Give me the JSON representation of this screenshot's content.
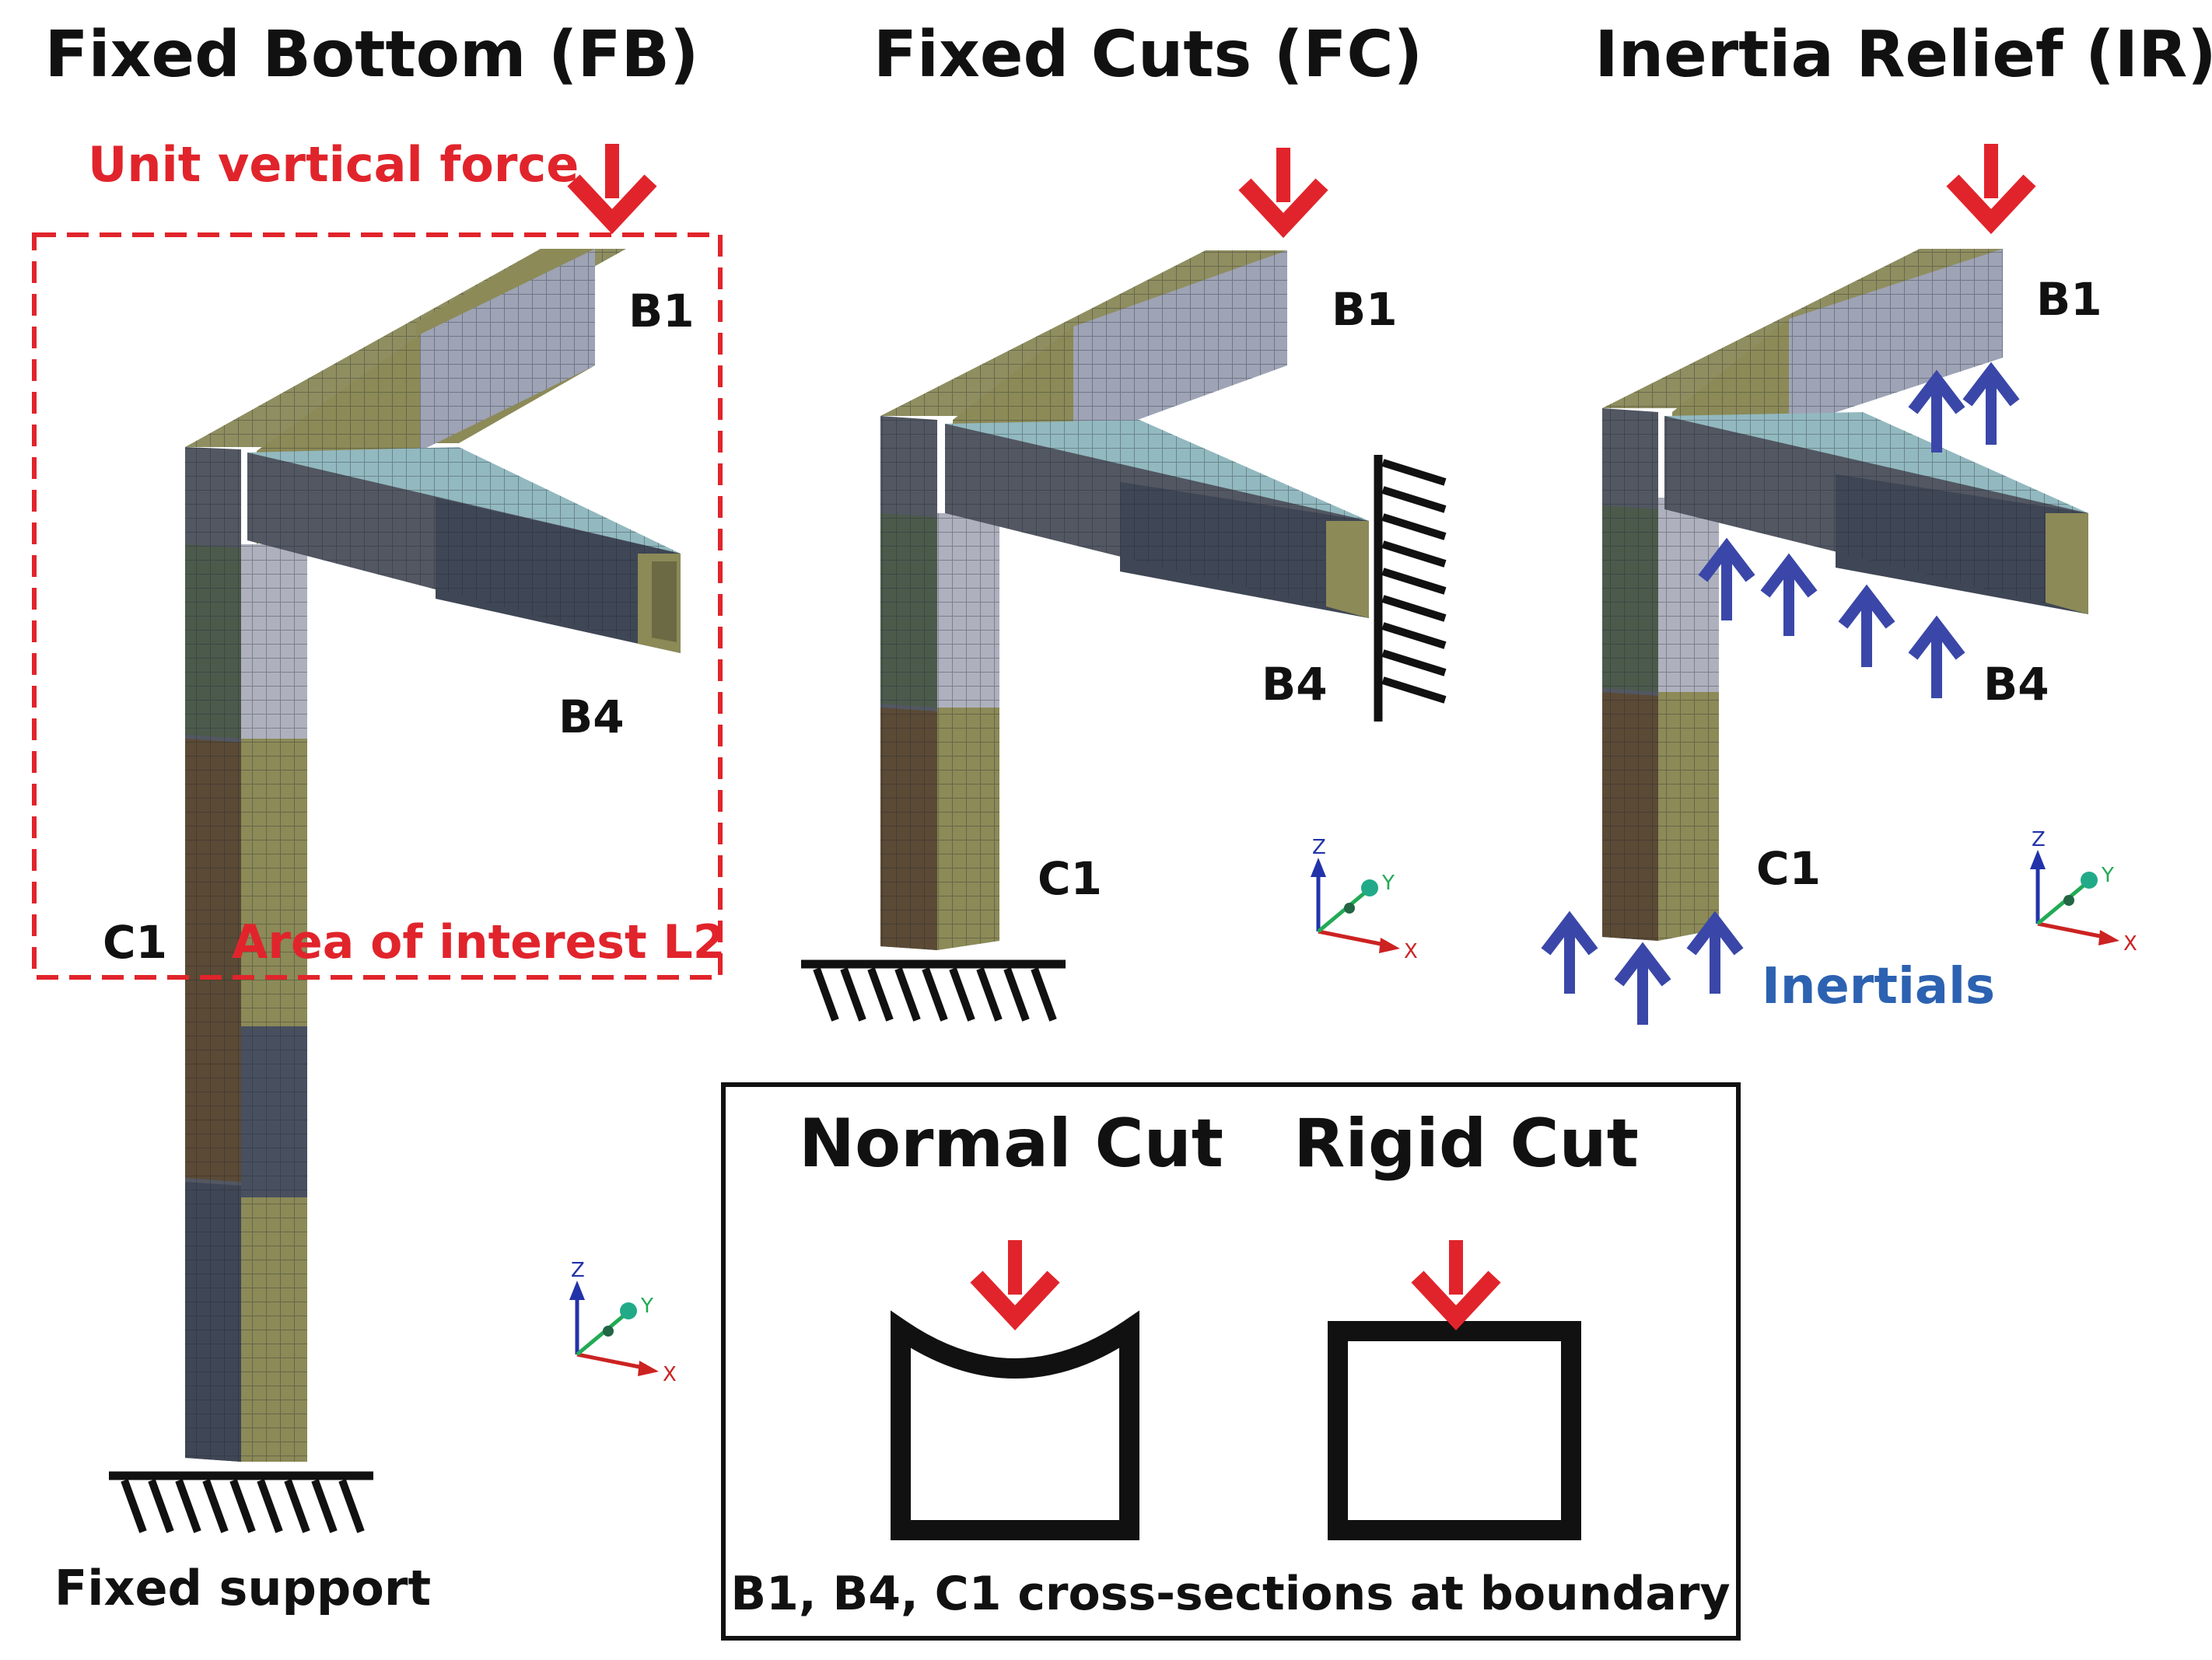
{
  "titles": {
    "fixed_bottom": "Fixed Bottom (FB)",
    "fixed_cuts": "Fixed Cuts (FC)",
    "inertia_relief": "Inertia Relief (IR)"
  },
  "annotations": {
    "unit_vertical_force": "Unit vertical force",
    "area_of_interest": "Area of interest L2",
    "fixed_support": "Fixed support",
    "inertials": "Inertials"
  },
  "members": {
    "b1": "B1",
    "b4": "B4",
    "c1": "C1"
  },
  "axes": {
    "z": "Z",
    "y": "Y",
    "x": "X"
  },
  "legend": {
    "normal_cut": "Normal Cut",
    "rigid_cut": "Rigid Cut",
    "caption": "B1, B4, C1 cross-sections at boundary"
  },
  "colors": {
    "force_arrow": "#e1242b",
    "inertial_arrow": "#3a47a8",
    "inertial_text": "#2c62b1",
    "area_box": "#e1242b",
    "mesh_gray": "#9ea3b5",
    "mesh_olive": "#8c8a57",
    "mesh_cyan": "#92b9bf",
    "mesh_dark": "#525762",
    "mesh_green": "#4c5a4c",
    "mesh_brown": "#5b4a35",
    "mesh_slate": "#3f4655",
    "axis_z": "#2233aa",
    "axis_y": "#22aa55",
    "axis_x": "#cc2222"
  }
}
